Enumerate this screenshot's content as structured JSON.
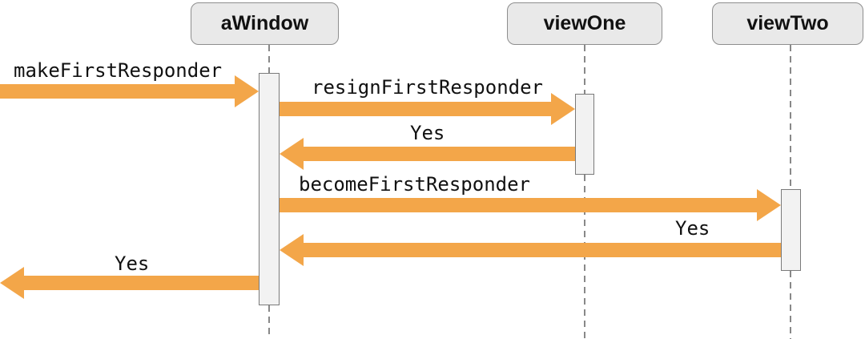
{
  "diagram": {
    "type": "sequence-diagram",
    "description": "First responder message flow between a window and two views"
  },
  "colors": {
    "arrow": "#F3A649",
    "box_fill": "#E9E9E9",
    "box_border": "#8E8E8E",
    "bar_fill": "#F2F2F2",
    "bar_border": "#7A7A7A",
    "lifeline": "#888888",
    "text": "#111111"
  },
  "actors": [
    {
      "label": "aWindow"
    },
    {
      "label": "viewOne"
    },
    {
      "label": "viewTwo"
    }
  ],
  "messages": [
    {
      "label": "makeFirstResponder",
      "from": "offscreen-left",
      "to": "aWindow",
      "direction": "right"
    },
    {
      "label": "resignFirstResponder",
      "from": "aWindow",
      "to": "viewOne",
      "direction": "right"
    },
    {
      "label": "Yes",
      "from": "viewOne",
      "to": "aWindow",
      "direction": "left"
    },
    {
      "label": "becomeFirstResponder",
      "from": "aWindow",
      "to": "viewTwo",
      "direction": "right"
    },
    {
      "label": "Yes",
      "from": "viewTwo",
      "to": "aWindow",
      "direction": "left"
    },
    {
      "label": "Yes",
      "from": "aWindow",
      "to": "offscreen-left",
      "direction": "left"
    }
  ]
}
